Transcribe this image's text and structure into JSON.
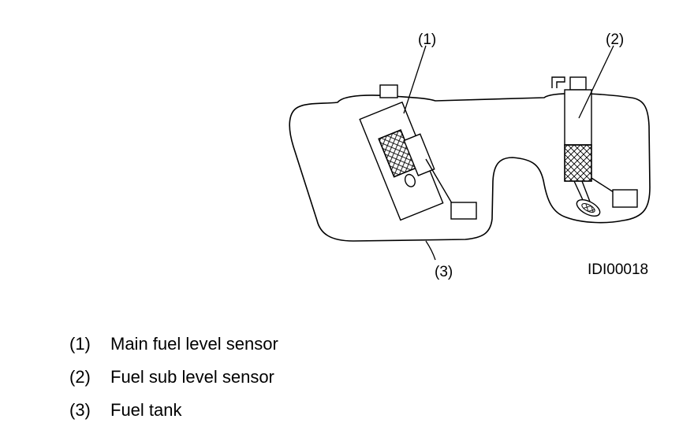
{
  "diagram": {
    "callouts": {
      "c1": "(1)",
      "c2": "(2)",
      "c3": "(3)"
    },
    "figure_id": "IDI00018"
  },
  "legend": [
    {
      "num": "(1)",
      "label": "Main fuel level sensor"
    },
    {
      "num": "(2)",
      "label": "Fuel sub level sensor"
    },
    {
      "num": "(3)",
      "label": "Fuel tank"
    }
  ]
}
